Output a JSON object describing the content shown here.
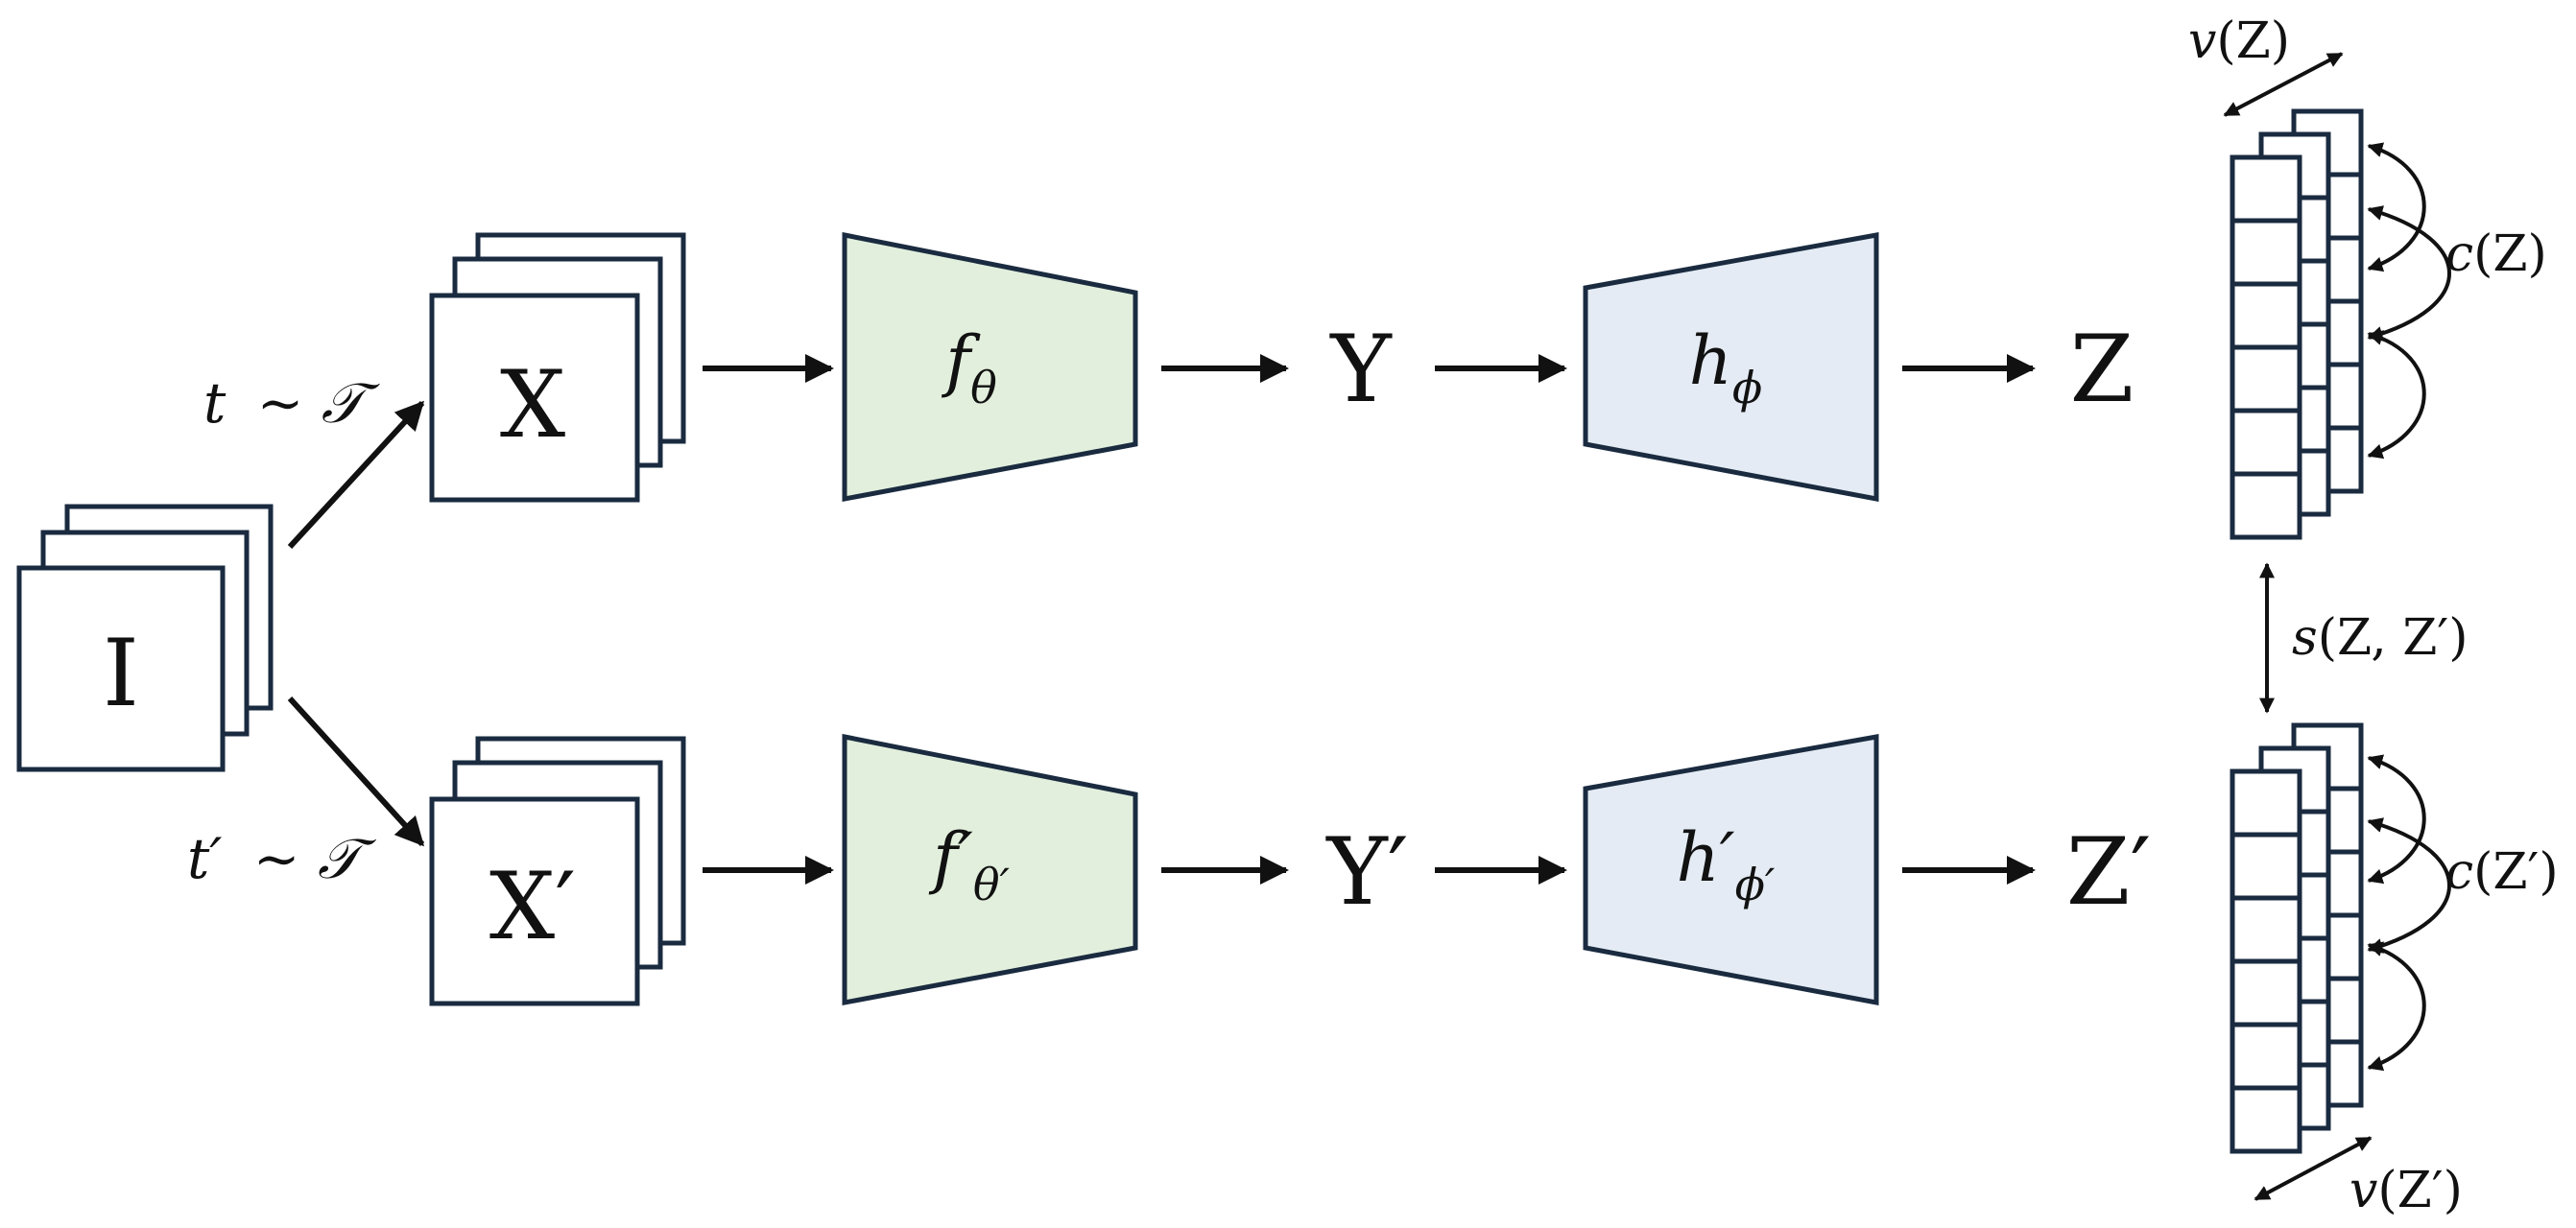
{
  "input": {
    "label": "I"
  },
  "augment_top": {
    "symbol": "t",
    "dist": "∼ 𝒯"
  },
  "augment_bottom": {
    "symbol": "t′",
    "dist": "∼ 𝒯"
  },
  "view_top": {
    "label": "X"
  },
  "view_bottom": {
    "label": "X′"
  },
  "encoder_top": {
    "name": "f",
    "param": "θ",
    "fill": "#e2efdc"
  },
  "encoder_bottom": {
    "name": "f′",
    "param": "θ′",
    "fill": "#e2efdc"
  },
  "repr_top": {
    "label": "Y"
  },
  "repr_bottom": {
    "label": "Y′"
  },
  "projector_top": {
    "name": "h",
    "param": "ϕ",
    "fill": "#e4ebf4"
  },
  "projector_bottom": {
    "name": "h′",
    "param": "ϕ′",
    "fill": "#e4ebf4"
  },
  "embed_top": {
    "label": "Z"
  },
  "embed_bottom": {
    "label": "Z′"
  },
  "variance_top": {
    "fn": "v",
    "arg": "(Z)"
  },
  "variance_bottom": {
    "fn": "v",
    "arg": "(Z′)"
  },
  "covariance_top": {
    "fn": "c",
    "arg": "(Z)"
  },
  "covariance_bottom": {
    "fn": "c",
    "arg": "(Z′)"
  },
  "invariance": {
    "fn": "s",
    "arg": "(Z, Z′)"
  },
  "colors": {
    "stroke": "#1a2b40",
    "arrow": "#111111"
  }
}
